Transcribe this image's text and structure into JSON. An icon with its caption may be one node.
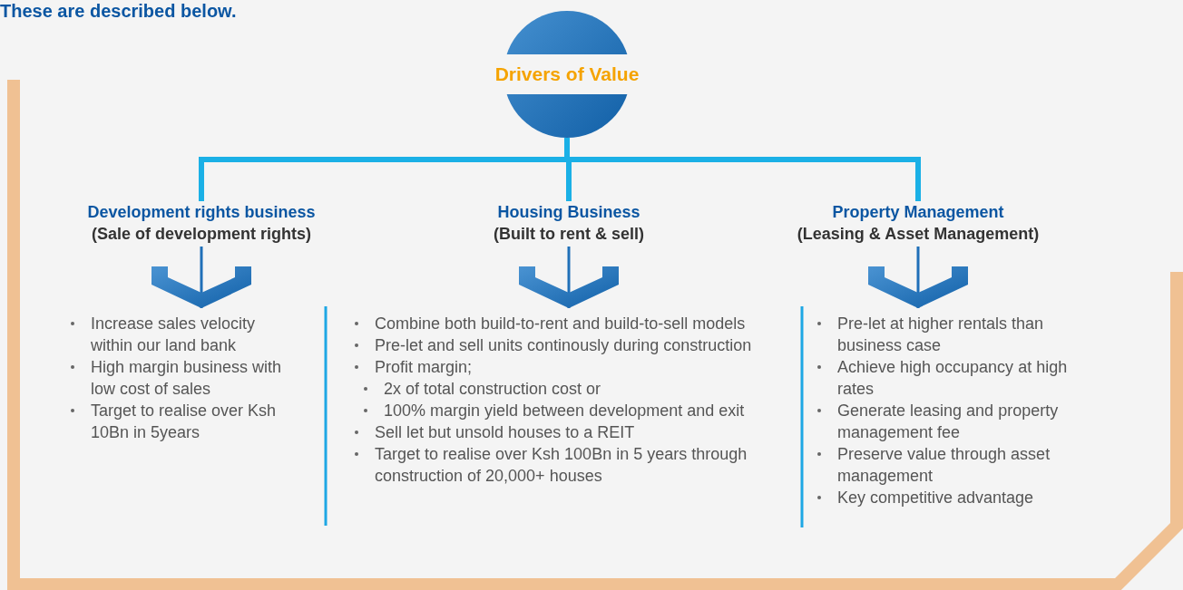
{
  "diagram": {
    "nodes": [
      {
        "text": [
          "Drivers of Value"
        ]
      },
      {
        "text": [
          "Development rights business",
          "(Sale of development rights)"
        ]
      },
      {
        "text": [
          "Housing Business",
          "(Built to rent & sell)"
        ]
      },
      {
        "text": [
          "Property Management",
          "(Leasing & Asset Management)"
        ]
      },
      {
        "text": [
          "Increase sales velocity within our land bank",
          "High margin business with low cost of sales",
          "Target to realise over Ksh 10Bn in 5years"
        ]
      },
      {
        "text": [
          "Combine both build-to-rent and build-to-sell models",
          "Pre-let and sell units continously during construction",
          "Profit margin;",
          "Sell let but unsold houses to a REIT",
          "Target to realise over Ksh 100Bn in 5 years through construction of 20,000+ houses"
        ]
      },
      {
        "text": [
          "2x of total construction cost or",
          "100% margin yield between development and exit"
        ],
        "in": 5
      },
      {
        "text": [
          "Pre-let at higher rentals than business case",
          "Achieve high occupancy at high rates",
          "Generate leasing and property management fee",
          "Preserve value through asset management",
          "Key competitive advantage"
        ]
      }
    ],
    "edges": [
      {
        "from": 0,
        "to": 1,
        "arrow": "none",
        "style": "thick"
      },
      {
        "from": 0,
        "to": 2,
        "arrow": "none",
        "style": "thick"
      },
      {
        "from": 0,
        "to": 3,
        "arrow": "none",
        "style": "thick"
      },
      {
        "from": 1,
        "to": 4,
        "arrow": "to"
      },
      {
        "from": 2,
        "to": 5,
        "arrow": "to"
      },
      {
        "from": 3,
        "to": 7,
        "arrow": "to"
      }
    ],
    "labels": [
      "These are described below."
    ]
  }
}
